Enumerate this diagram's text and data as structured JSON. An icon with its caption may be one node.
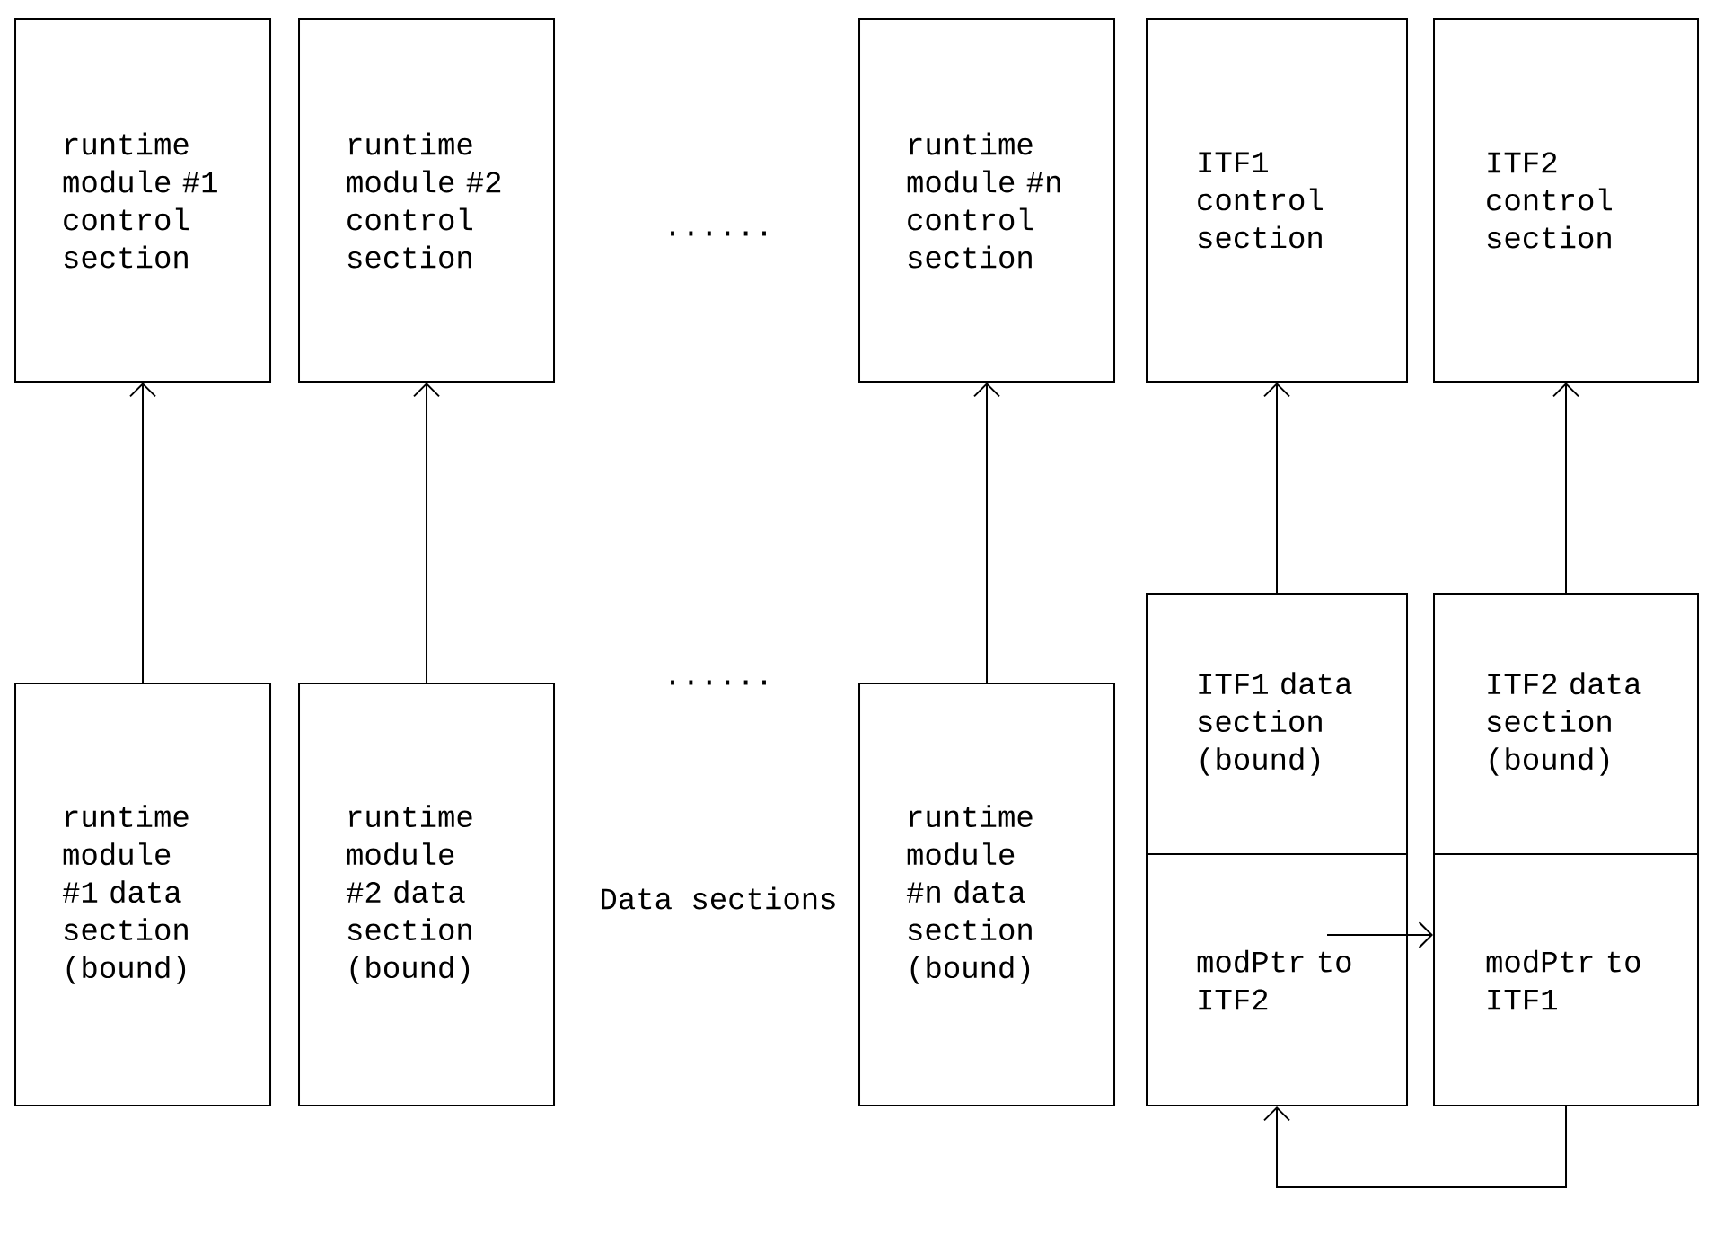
{
  "diagram": {
    "nodes": [
      {
        "text": [
          "runtime module #1 control section"
        ]
      },
      {
        "text": [
          "runtime module #2 control section"
        ]
      },
      {
        "text": [
          "runtime module #n control section"
        ]
      },
      {
        "text": [
          "ITF1 control section"
        ]
      },
      {
        "text": [
          "ITF2 control section"
        ]
      },
      {
        "text": [
          "runtime module #1 data section (bound)"
        ]
      },
      {
        "text": [
          "runtime module #2 data section (bound)"
        ]
      },
      {
        "text": [
          "runtime module #n data section (bound)"
        ]
      },
      {
        "text": [
          "ITF1 data section (bound)"
        ]
      },
      {
        "text": [
          "modPtr to ITF2"
        ]
      },
      {
        "text": [
          "ITF2 data section (bound)"
        ]
      },
      {
        "text": [
          "modPtr to ITF1"
        ]
      }
    ],
    "edges": [
      {
        "from": 5,
        "to": 0,
        "arrow": "to"
      },
      {
        "from": 6,
        "to": 1,
        "arrow": "to"
      },
      {
        "from": 7,
        "to": 2,
        "arrow": "to"
      },
      {
        "from": 8,
        "to": 3,
        "arrow": "to"
      },
      {
        "from": 10,
        "to": 4,
        "arrow": "to"
      },
      {
        "from": 9,
        "to": 11,
        "arrow": "to"
      },
      {
        "from": 11,
        "to": 9,
        "arrow": "to"
      }
    ],
    "labels": [
      "......",
      "Data sections",
      "......"
    ]
  }
}
